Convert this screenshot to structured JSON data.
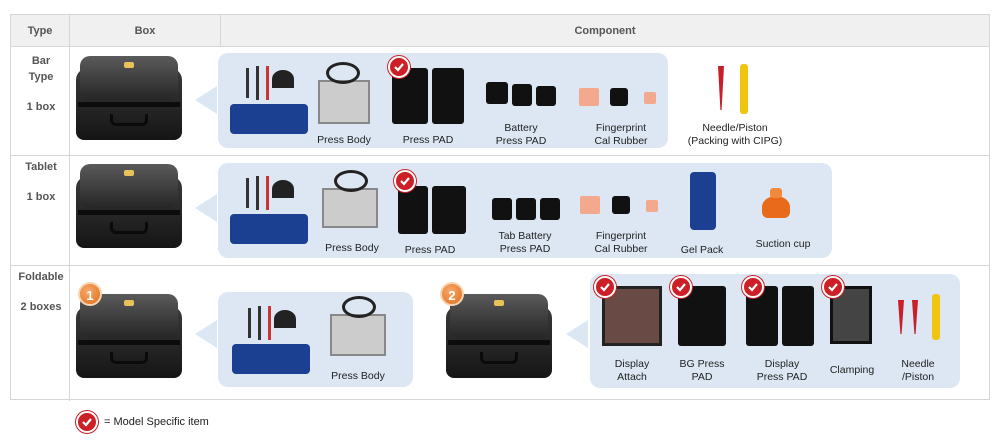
{
  "headers": {
    "type": "Type",
    "box": "Box",
    "component": "Component"
  },
  "rows": [
    {
      "type_line1": "Bar",
      "type_line2": "Type",
      "count": "1 box",
      "items": [
        "Press Body",
        "Press PAD",
        "Battery\nPress PAD",
        "Fingerprint\nCal Rubber"
      ],
      "extra": "Needle/Piston\n(Packing with CIPG)"
    },
    {
      "type_line1": "Tablet",
      "count": "1 box",
      "items": [
        "Press Body",
        "Press PAD",
        "Tab Battery\nPress PAD",
        "Fingerprint\nCal Rubber",
        "Gel Pack",
        "Suction cup"
      ]
    },
    {
      "type_line1": "Foldable",
      "count": "2 boxes",
      "box1_num": "1",
      "box2_num": "2",
      "box1_items": [
        "Press Body"
      ],
      "box2_items": [
        "Display\nAttach",
        "BG Press\nPAD",
        "Display\nPress PAD",
        "Clamping",
        "Needle\n/Piston"
      ]
    }
  ],
  "legend": {
    "text": "= Model Specific item"
  },
  "colors": {
    "panel": "#dce7f3",
    "check": "#cc1f26",
    "badge": "#e27a2c"
  },
  "icons": [
    "check-icon",
    "case-icon",
    "arrow-icon"
  ]
}
